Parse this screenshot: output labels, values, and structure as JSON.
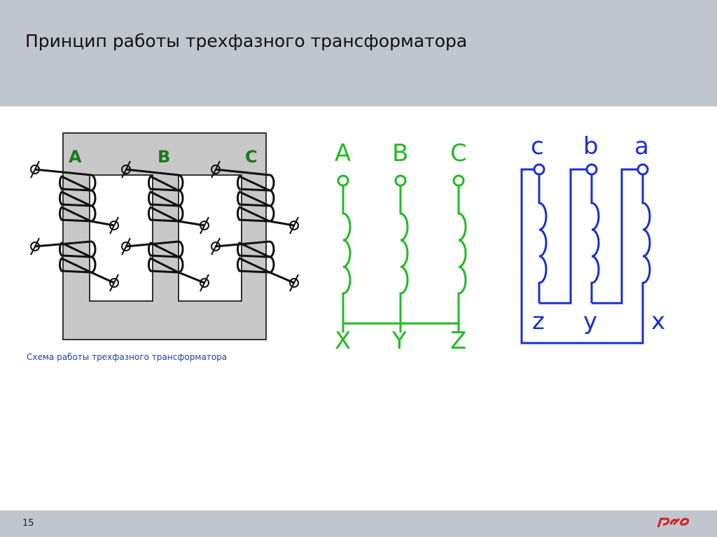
{
  "slide": {
    "title": "Принцип работы трехфазного трансформатора",
    "caption": "Схема работы трехфазного трансформатора",
    "page_number": "15",
    "logo_text": "РЖД"
  },
  "core_diagram": {
    "labels": [
      "A",
      "B",
      "C"
    ]
  },
  "primary_star": {
    "top_labels": [
      "A",
      "B",
      "C"
    ],
    "bottom_labels": [
      "X",
      "Y",
      "Z"
    ],
    "color": "#22bb22"
  },
  "secondary_delta": {
    "top_labels": [
      "c",
      "b",
      "a"
    ],
    "bottom_labels": [
      "z",
      "y",
      "x"
    ],
    "color": "#1a2fd0"
  },
  "colors": {
    "header": "#c0c6ce",
    "logo": "#d42020"
  }
}
